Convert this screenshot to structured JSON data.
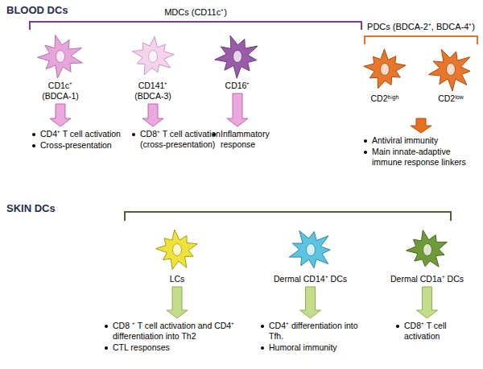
{
  "diagram": {
    "nodes": [
      {
        "text": [
          "MDCs (CD11c⁺)"
        ]
      },
      {
        "text": [
          "CD1c⁺ (BDCA-1)"
        ],
        "in": 0
      },
      {
        "text": [
          "CD141⁺ (BDCA-3)"
        ],
        "in": 0
      },
      {
        "text": [
          "CD16⁺"
        ],
        "in": 0
      },
      {
        "text": [
          "PDCs (BDCA-2⁺, BDCA-4⁺)"
        ]
      },
      {
        "text": [
          "CD2ʰⁱᵍʰ"
        ],
        "in": 4
      },
      {
        "text": [
          "CD2ˡᵒʷ"
        ],
        "in": 4
      },
      {
        "text": [
          "CD4⁺ T cell activation",
          "Cross-presentation"
        ]
      },
      {
        "text": [
          "CD8⁺ T cell activation (cross-presentation)"
        ]
      },
      {
        "text": [
          "Inflammatory response"
        ]
      },
      {
        "text": [
          "Antiviral immunity",
          "Main innate-adaptive immune response linkers"
        ]
      },
      {
        "text": [
          "LCs"
        ]
      },
      {
        "text": [
          "Dermal CD14⁺ DCs"
        ]
      },
      {
        "text": [
          "Dermal CD1a⁺ DCs"
        ]
      },
      {
        "text": [
          "CD8 ⁺ T cell activation and CD4⁺ differentiation into Th2",
          "CTL responses"
        ]
      },
      {
        "text": [
          "CD4⁺ differentiation into Tfh.",
          "Humoral immunity"
        ]
      },
      {
        "text": [
          "CD8⁺ T cell activation"
        ]
      }
    ],
    "edges": [
      {
        "from": 1,
        "to": 7,
        "arrow": "to"
      },
      {
        "from": 2,
        "to": 8,
        "arrow": "to"
      },
      {
        "from": 3,
        "to": 9,
        "arrow": "to"
      },
      {
        "from": 4,
        "to": 10,
        "arrow": "to"
      },
      {
        "from": 11,
        "to": 14,
        "arrow": "to"
      },
      {
        "from": 12,
        "to": 15,
        "arrow": "to"
      },
      {
        "from": 13,
        "to": 16,
        "arrow": "to"
      }
    ],
    "labels": [
      "BLOOD DCs",
      "SKIN DCs"
    ]
  }
}
